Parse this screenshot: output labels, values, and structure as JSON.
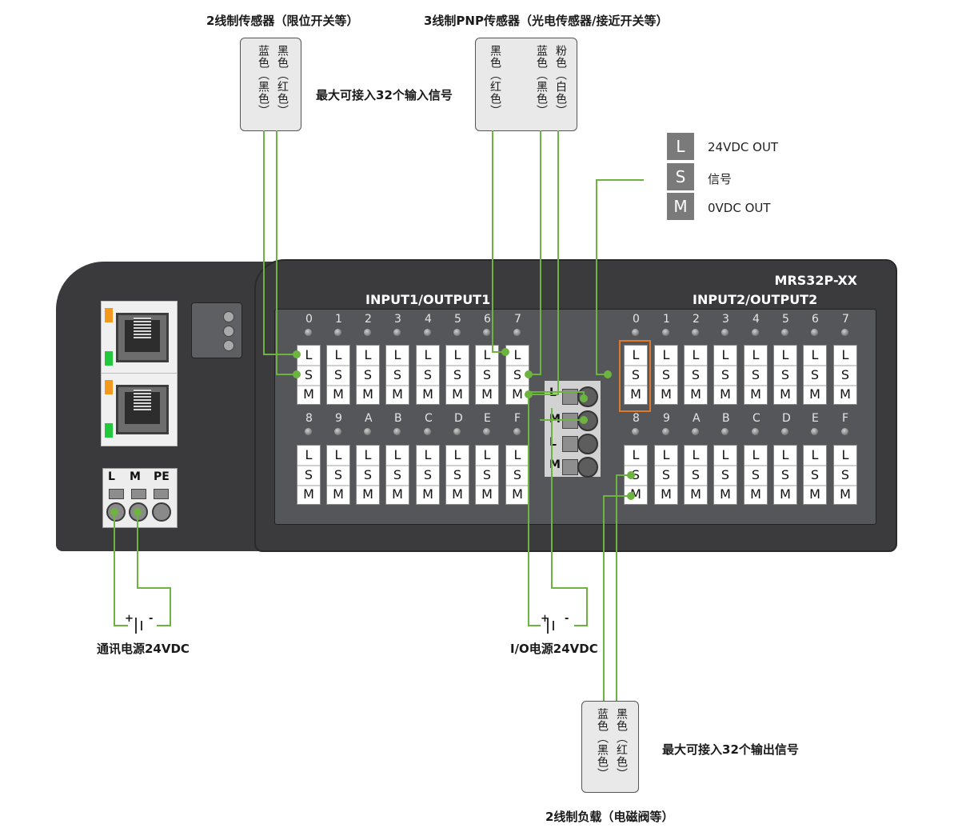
{
  "top_labels": {
    "sensor2": "2线制传感器（限位开关等）",
    "sensor3": "3线制PNP传感器（光电传感器/接近开关等）",
    "max_input": "最大可接入32个输入信号",
    "max_output": "最大可接入32个输出信号",
    "load2": "2线制负载（电磁阀等）"
  },
  "sensor2_wires": {
    "left": "黑色（红色）",
    "right": "蓝色（黑色）"
  },
  "sensor3_wires": {
    "a": "黑色（红色）",
    "b": "粉色（白色）",
    "c": "蓝色（黑色）"
  },
  "load_wires": {
    "left": "黑色（红色）",
    "right": "蓝色（黑色）"
  },
  "legend": [
    {
      "key": "L",
      "text": "24VDC OUT"
    },
    {
      "key": "S",
      "text": "信号"
    },
    {
      "key": "M",
      "text": "0VDC OUT"
    }
  ],
  "device": {
    "model": "MRS32P-XX",
    "group1": "INPUT1/OUTPUT1",
    "group2": "INPUT2/OUTPUT2",
    "channels_top": [
      "0",
      "1",
      "2",
      "3",
      "4",
      "5",
      "6",
      "7"
    ],
    "channels_bottom": [
      "8",
      "9",
      "A",
      "B",
      "C",
      "D",
      "E",
      "F"
    ],
    "terminal_letters": [
      "L",
      "S",
      "M"
    ],
    "power_terminals": [
      "L",
      "M",
      "PE"
    ],
    "io_power_letters": [
      "L",
      "M",
      "L",
      "M"
    ]
  },
  "supplies": {
    "comm_label": "通讯电源24VDC",
    "io_label": "I/O电源24VDC",
    "plus": "+",
    "minus": "-"
  },
  "colors": {
    "wire": "#6db33f",
    "highlight": "#e07a2c",
    "housing": "#3a3a3c"
  }
}
